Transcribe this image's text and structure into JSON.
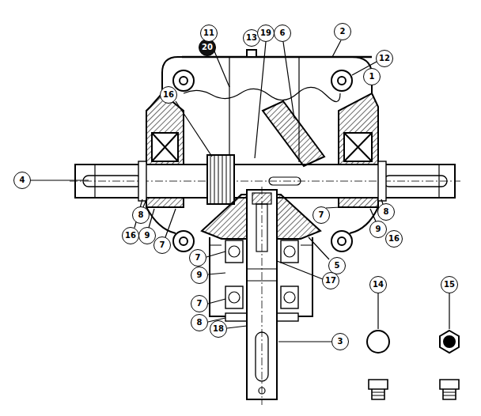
{
  "diagram": {
    "labels": [
      "20",
      "13",
      "11",
      "19",
      "6",
      "2",
      "12",
      "1",
      "16",
      "4",
      "8",
      "16",
      "9",
      "7",
      "8",
      "9",
      "16",
      "7",
      "7",
      "9",
      "5",
      "7",
      "17",
      "8",
      "18",
      "3",
      "14",
      "15"
    ]
  }
}
